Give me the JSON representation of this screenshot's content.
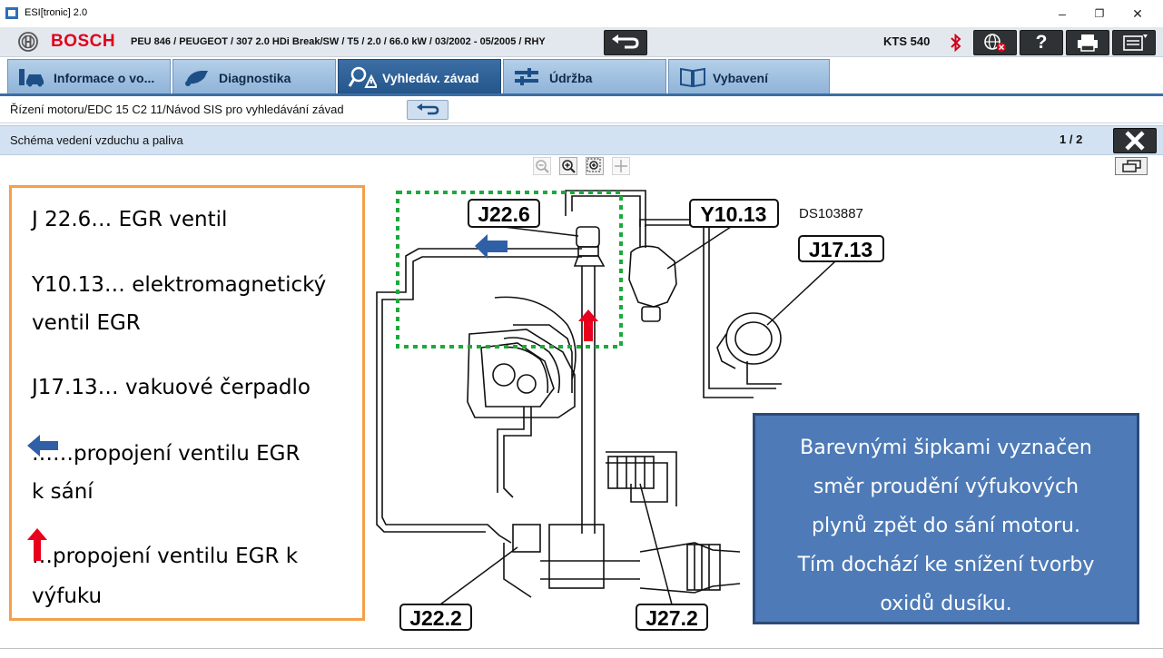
{
  "window": {
    "title": "ESI[tronic] 2.0",
    "minimize": "–",
    "maximize": "❐",
    "close": "✕"
  },
  "header": {
    "brand": "BOSCH",
    "vehicle": "PEU 846 / PEUGEOT / 307 2.0 HDi Break/SW / T5 / 2.0 / 66.0 kW / 03/2002 - 05/2005 / RHY",
    "device": "KTS 540",
    "help_label": "?"
  },
  "tabs": [
    {
      "label": "Informace o vo...",
      "icon": "car-info-icon",
      "active": false
    },
    {
      "label": "Diagnostika",
      "icon": "diagnostics-icon",
      "active": false
    },
    {
      "label": "Vyhledáv. závad",
      "icon": "troubleshooting-icon",
      "active": true
    },
    {
      "label": "Údržba",
      "icon": "maintenance-icon",
      "active": false
    },
    {
      "label": "Vybavení",
      "icon": "book-icon",
      "active": false
    }
  ],
  "breadcrumb": {
    "path": "Řízení motoru/EDC 15 C2 11/Návod SIS pro vyhledávání závad"
  },
  "section": {
    "title": "Schéma vedení vzduchu a paliva",
    "page": "1 / 2"
  },
  "legend": {
    "items": [
      "J 22.6… EGR ventil",
      "Y10.13… elektromagnetický",
      "ventil EGR",
      "J17.13… vakuové čerpadlo",
      "……propojení ventilu EGR",
      "k sání",
      "…propojení ventilu EGR k",
      "výfuku"
    ]
  },
  "diagram": {
    "labels": {
      "j226": "J22.6",
      "y1013": "Y10.13",
      "ds": "DS103887",
      "j1713": "J17.13",
      "j222": "J22.2",
      "j272": "J27.2"
    },
    "colors": {
      "highlight": "#1aaa3a",
      "arrow_intake": "#2f5fa7",
      "arrow_exhaust": "#e8001c"
    }
  },
  "info": {
    "lines": [
      "Barevnými šipkami vyznačen",
      "směr proudění výfukových",
      "plynů zpět do sání motoru.",
      "Tím dochází ke snížení tvorby",
      "oxidů dusíku."
    ]
  }
}
